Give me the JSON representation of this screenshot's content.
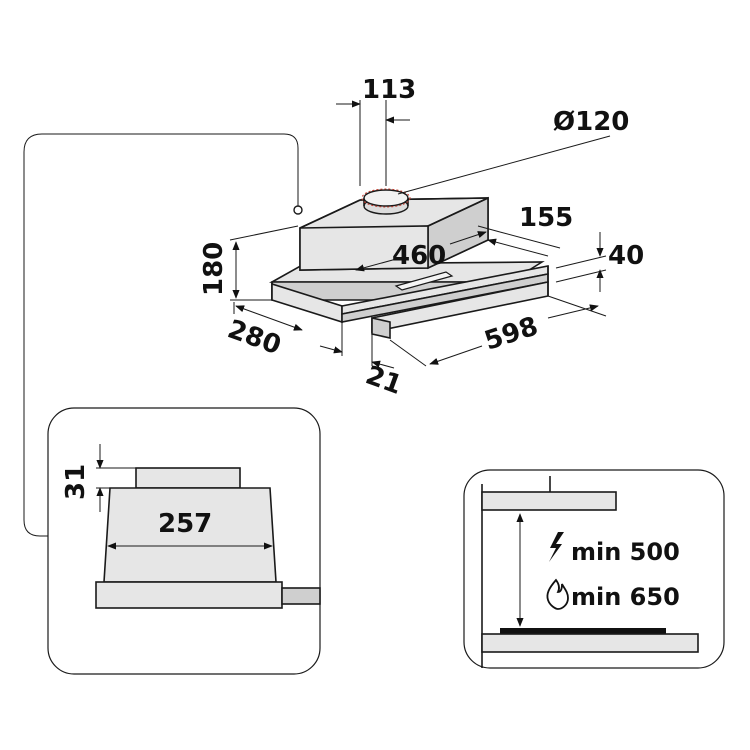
{
  "dimensions": {
    "d113": "113",
    "d120": "Ø120",
    "d155": "155",
    "d460": "460",
    "d40": "40",
    "d180": "180",
    "d280": "280",
    "d598": "598",
    "d21": "21"
  },
  "side_view": {
    "d31": "31",
    "d257": "257"
  },
  "install": {
    "electric_icon": "lightning-icon",
    "gas_icon": "flame-icon",
    "electric_label": "min 500",
    "gas_label": "min 650"
  }
}
